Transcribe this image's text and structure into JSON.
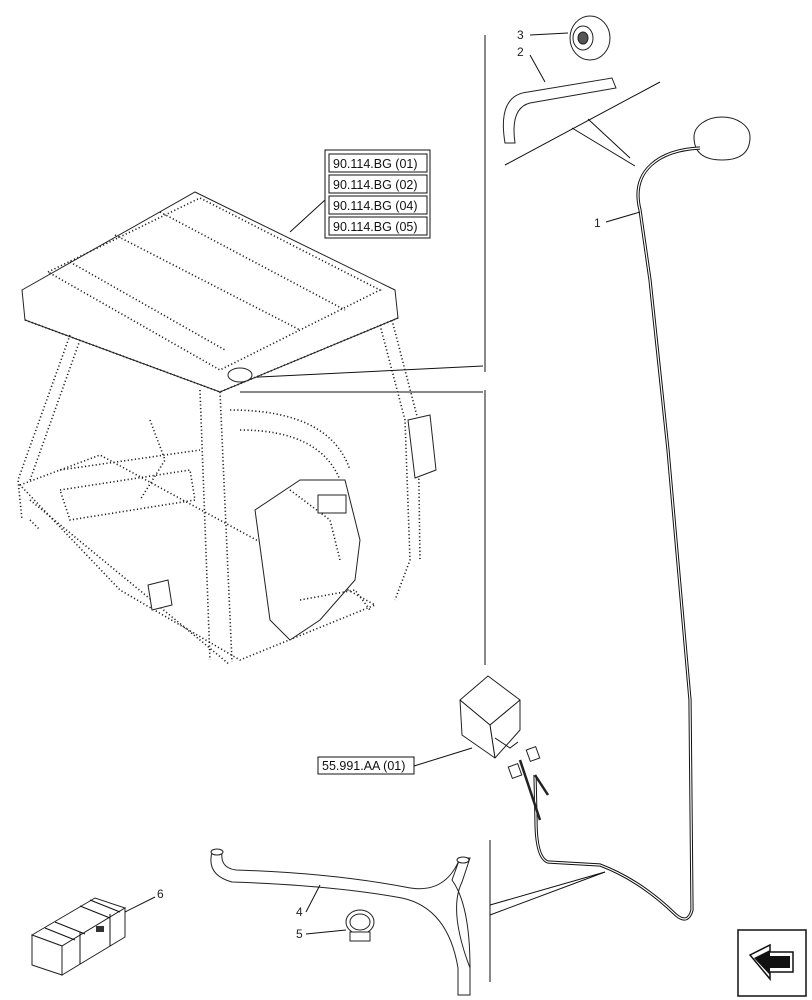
{
  "callouts": [
    {
      "id": "1",
      "text": "1"
    },
    {
      "id": "2",
      "text": "2"
    },
    {
      "id": "3",
      "text": "3"
    },
    {
      "id": "4",
      "text": "4"
    },
    {
      "id": "5",
      "text": "5"
    },
    {
      "id": "6",
      "text": "6"
    }
  ],
  "references": [
    "90.114.BG (01)",
    "90.114.BG (02)",
    "90.114.BG (04)",
    "90.114.BG (05)",
    "55.991.AA (01)"
  ],
  "icons": {
    "nav": "arrow-icon"
  }
}
